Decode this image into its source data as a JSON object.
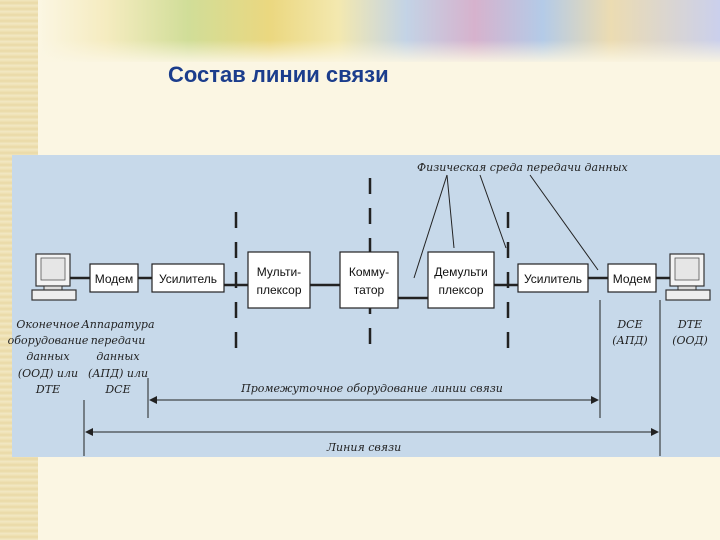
{
  "title": "Состав линии связи",
  "diagram": {
    "top_label": "Физическая среда передачи данных",
    "boxes": {
      "modem_left": "Модем",
      "amplifier_left": "Усилитель",
      "mux_line1": "Мульти-",
      "mux_line2": "плексор",
      "switch_line1": "Комму-",
      "switch_line2": "татор",
      "demux_line1": "Демульти",
      "demux_line2": "плексор",
      "amplifier_right": "Усилитель",
      "modem_right": "Модем"
    },
    "left_terminal": {
      "line1": "Оконечное",
      "line2": "оборудование",
      "line3": "данных",
      "line4": "(ООД) или",
      "line5": "DTE"
    },
    "left_dce": {
      "line1": "Аппаратура",
      "line2": "передачи",
      "line3": "данных",
      "line4": "(АПД) или",
      "line5": "DCE"
    },
    "right_dce": {
      "line1": "DCE",
      "line2": "(АПД)"
    },
    "right_terminal": {
      "line1": "DTE",
      "line2": "(ООД)"
    },
    "intermediate_label": "Промежуточное оборудование линии связи",
    "line_label": "Линия связи"
  }
}
